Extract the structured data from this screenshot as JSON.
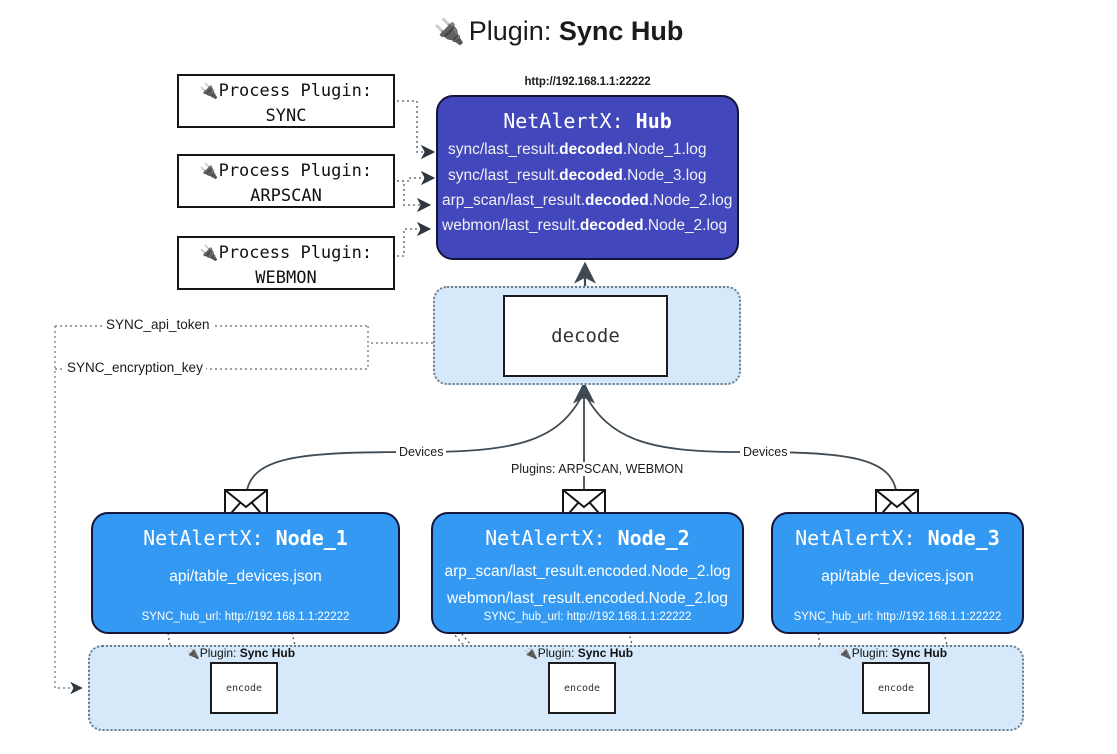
{
  "title": {
    "icon": "plug-icon",
    "prefix": "Plugin: ",
    "name": "Sync Hub"
  },
  "colors": {
    "hub_fill": "#4247bb",
    "node_fill": "#3499f2",
    "container_fill": "#d6e9fa",
    "box_stroke": "#15153a",
    "line": "#3f4a52"
  },
  "process_plugins": [
    {
      "icon": "plug-icon",
      "line1": "Process Plugin:",
      "line2": "SYNC"
    },
    {
      "icon": "plug-icon",
      "line1": "Process Plugin:",
      "line2": "ARPSCAN"
    },
    {
      "icon": "plug-icon",
      "line1": "Process Plugin:",
      "line2": "WEBMON"
    }
  ],
  "hub": {
    "url": "http://192.168.1.1:22222",
    "title_prefix": "NetAlertX: ",
    "title_name": "Hub",
    "logs": [
      {
        "pre": "sync/last_result.",
        "em": "decoded",
        "post": ".Node_1.log"
      },
      {
        "pre": "sync/last_result.",
        "em": "decoded",
        "post": ".Node_3.log"
      },
      {
        "pre": "arp_scan/last_result.",
        "em": "decoded",
        "post": ".Node_2.log"
      },
      {
        "pre": "webmon/last_result.",
        "em": "decoded",
        "post": ".Node_2.log"
      }
    ]
  },
  "decode": {
    "label": "decode"
  },
  "secrets": [
    {
      "label": "SYNC_api_token"
    },
    {
      "label": "SYNC_encryption_key"
    }
  ],
  "edge_labels": {
    "devices_left": "Devices",
    "devices_right": "Devices",
    "plugins_center": "Plugins: ARPSCAN, WEBMON"
  },
  "nodes": [
    {
      "title_prefix": "NetAlertX: ",
      "title_name": "Node_1",
      "lines": [
        "api/table_devices.json"
      ],
      "url_key": "SYNC_hub_url: ",
      "url_value": "http://192.168.1.1:22222",
      "envelope_icon": "envelope-icon"
    },
    {
      "title_prefix": "NetAlertX: ",
      "title_name": "Node_2",
      "lines": [
        "arp_scan/last_result.encoded.Node_2.log",
        "webmon/last_result.encoded.Node_2.log"
      ],
      "url_key": "SYNC_hub_url: ",
      "url_value": "http://192.168.1.1:22222",
      "envelope_icon": "envelope-icon"
    },
    {
      "title_prefix": "NetAlertX: ",
      "title_name": "Node_3",
      "lines": [
        "api/table_devices.json"
      ],
      "url_key": "SYNC_hub_url: ",
      "url_value": "http://192.168.1.1:22222",
      "envelope_icon": "envelope-icon"
    }
  ],
  "encoders": [
    {
      "tag_prefix": "Plugin: ",
      "tag_name": "Sync Hub",
      "label": "encode",
      "icon": "plug-icon"
    },
    {
      "tag_prefix": "Plugin: ",
      "tag_name": "Sync Hub",
      "label": "encode",
      "icon": "plug-icon"
    },
    {
      "tag_prefix": "Plugin: ",
      "tag_name": "Sync Hub",
      "label": "encode",
      "icon": "plug-icon"
    }
  ]
}
